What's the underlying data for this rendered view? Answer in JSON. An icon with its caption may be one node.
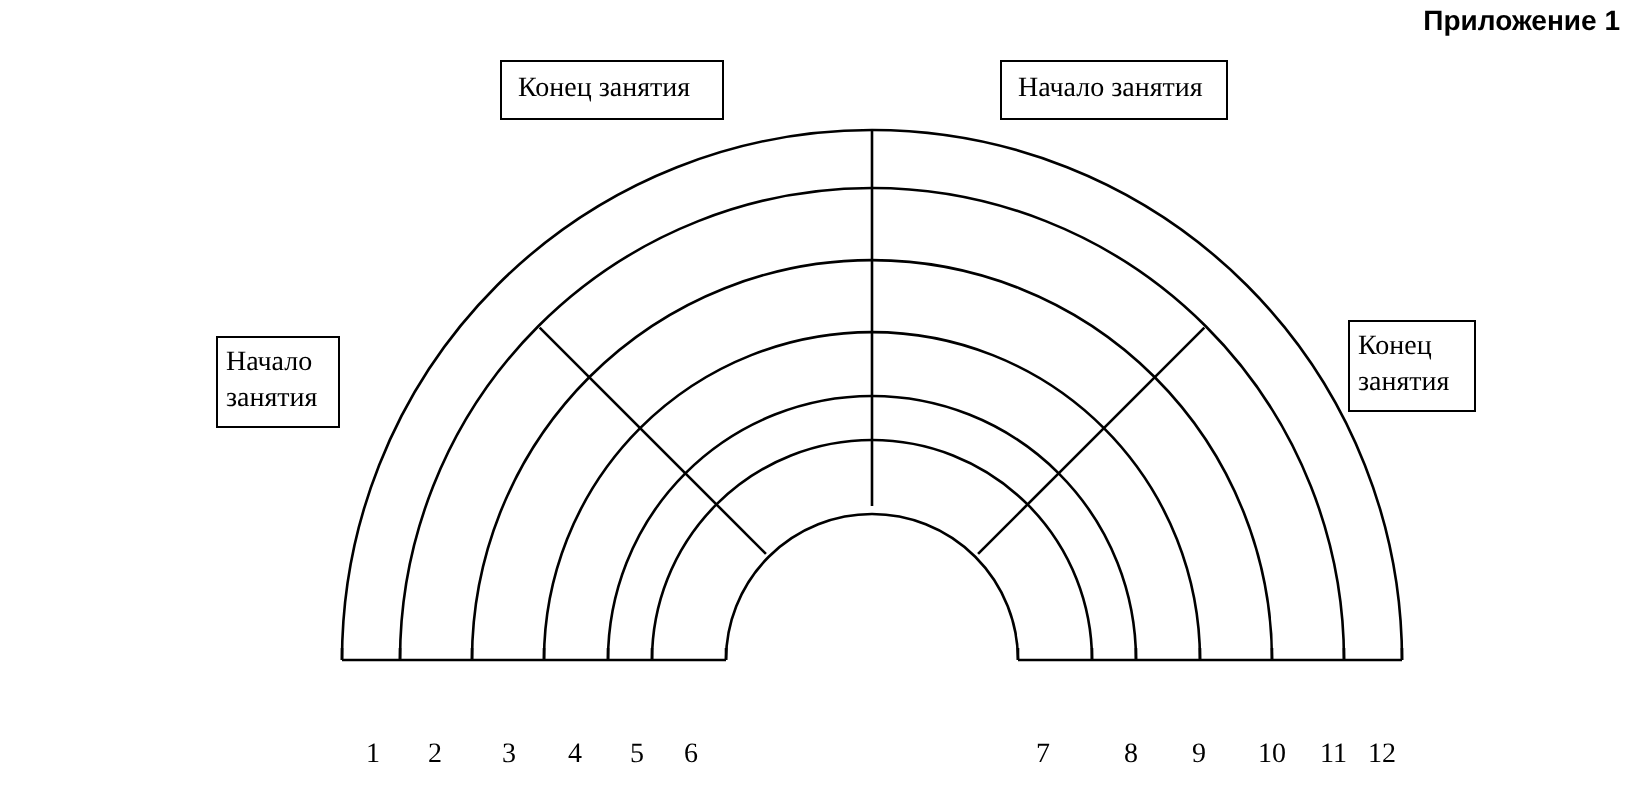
{
  "diagram": {
    "title": "Приложение 1",
    "nodes": [
      {
        "text": [
          "Конец занятия"
        ]
      },
      {
        "text": [
          "Начало занятия"
        ]
      },
      {
        "text": [
          "Начало занятия"
        ]
      },
      {
        "text": [
          "Конец занятия"
        ]
      }
    ],
    "labels": [
      "1",
      "2",
      "3",
      "4",
      "5",
      "6",
      "7",
      "8",
      "9",
      "10",
      "11",
      "12"
    ]
  }
}
